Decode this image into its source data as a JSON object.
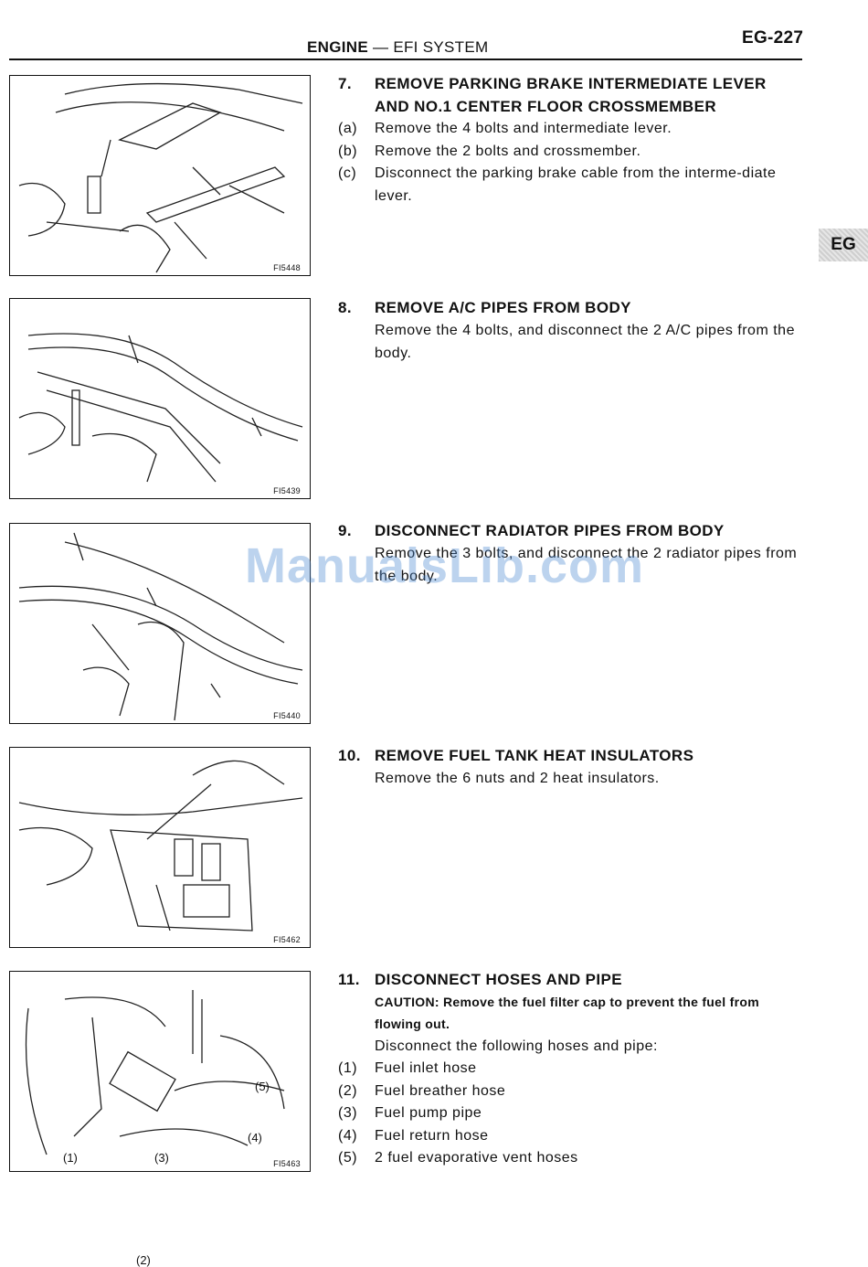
{
  "header": {
    "section_title_bold": "ENGINE",
    "section_title_sep": " — ",
    "section_title_rest": "EFI SYSTEM",
    "page_number": "EG-227"
  },
  "side_tab": "EG",
  "watermark": "ManualsLib.com",
  "figures": [
    {
      "code": "FI5448"
    },
    {
      "code": "FI5439"
    },
    {
      "code": "FI5440"
    },
    {
      "code": "FI5462"
    },
    {
      "code": "FI5463",
      "callouts": [
        "(2)",
        "(5)",
        "(4)",
        "(1)",
        "(3)"
      ]
    }
  ],
  "steps": [
    {
      "num": "7.",
      "title": "REMOVE PARKING BRAKE INTERMEDIATE LEVER AND NO.1 CENTER FLOOR CROSSMEMBER",
      "items": [
        {
          "label": "(a)",
          "text": "Remove the 4 bolts and intermediate lever."
        },
        {
          "label": "(b)",
          "text": "Remove the 2 bolts and crossmember."
        },
        {
          "label": "(c)",
          "text": "Disconnect the parking brake cable from the interme-diate lever."
        }
      ]
    },
    {
      "num": "8.",
      "title": "REMOVE A/C PIPES FROM BODY",
      "text": "Remove the 4 bolts, and disconnect the 2 A/C pipes from the body."
    },
    {
      "num": "9.",
      "title": "DISCONNECT RADIATOR PIPES FROM BODY",
      "text": "Remove the 3 bolts, and disconnect the 2 radiator pipes from the body."
    },
    {
      "num": "10.",
      "title": "REMOVE FUEL TANK HEAT INSULATORS",
      "text": "Remove the 6 nuts and 2 heat insulators."
    },
    {
      "num": "11.",
      "title": "DISCONNECT HOSES AND PIPE",
      "caution": "CAUTION: Remove the fuel filter cap to prevent the fuel from flowing out.",
      "intro": "Disconnect the following hoses and pipe:",
      "items": [
        {
          "label": "(1)",
          "text": "Fuel inlet hose"
        },
        {
          "label": "(2)",
          "text": "Fuel breather hose"
        },
        {
          "label": "(3)",
          "text": "Fuel pump pipe"
        },
        {
          "label": "(4)",
          "text": "Fuel return hose"
        },
        {
          "label": "(5)",
          "text": "2 fuel evaporative vent hoses"
        }
      ]
    }
  ]
}
